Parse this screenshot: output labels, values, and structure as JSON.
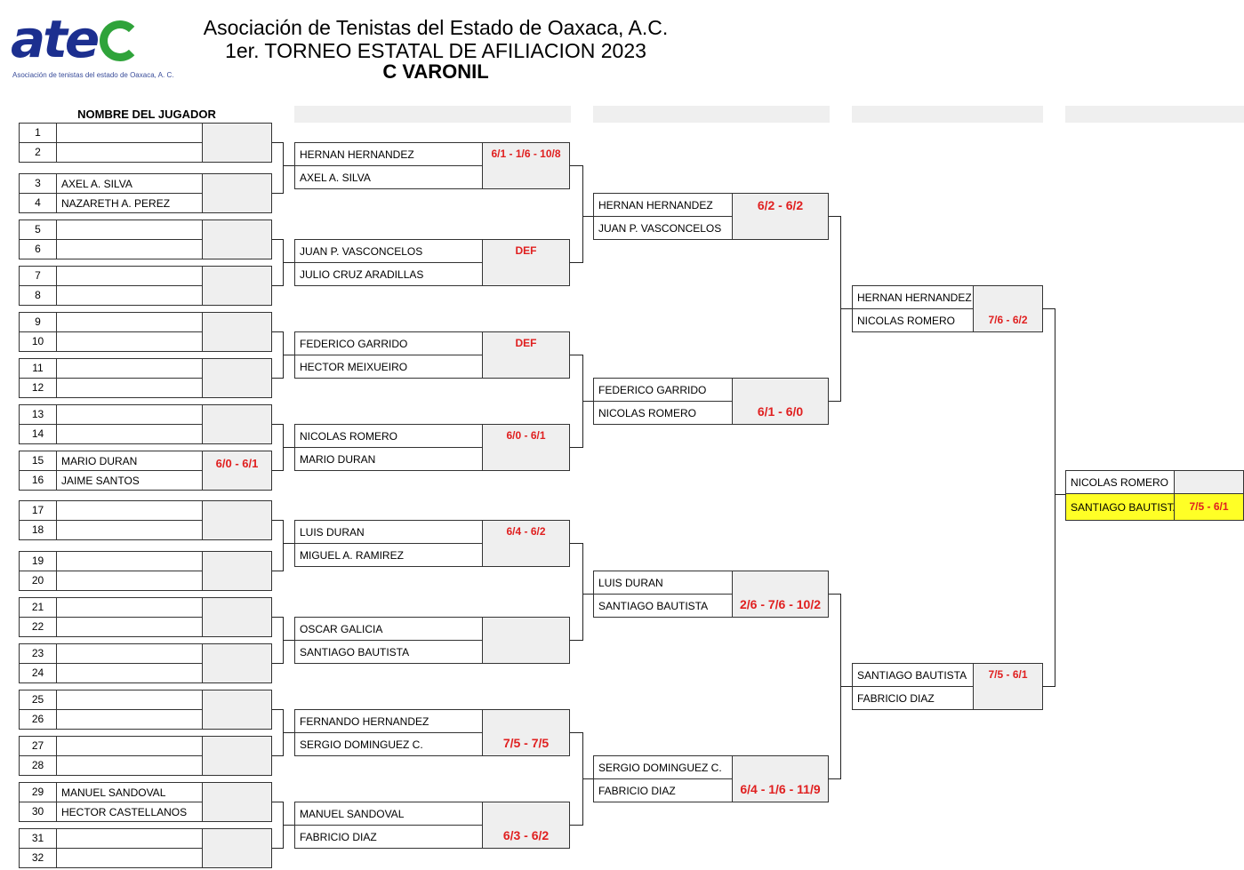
{
  "header": {
    "logo_text": "ate",
    "logo_subtitle": "Asociación de tenistas del estado de Oaxaca, A. C.",
    "line1": "Asociación de Tenistas del Estado de Oaxaca, A.C.",
    "line2": "1er. TORNEO ESTATAL DE AFILIACION 2023",
    "line3": "C  VARONIL"
  },
  "draw": {
    "column_title": "NOMBRE DEL JUGADOR",
    "first_round": [
      {
        "n1": "1",
        "p1": "",
        "n2": "2",
        "p2": "",
        "score": ""
      },
      {
        "n1": "3",
        "p1": "AXEL A. SILVA",
        "n2": "4",
        "p2": "NAZARETH A. PEREZ",
        "score": ""
      },
      {
        "n1": "5",
        "p1": "",
        "n2": "6",
        "p2": "",
        "score": ""
      },
      {
        "n1": "7",
        "p1": "",
        "n2": "8",
        "p2": "",
        "score": ""
      },
      {
        "n1": "9",
        "p1": "",
        "n2": "10",
        "p2": "",
        "score": ""
      },
      {
        "n1": "11",
        "p1": "",
        "n2": "12",
        "p2": "",
        "score": ""
      },
      {
        "n1": "13",
        "p1": "",
        "n2": "14",
        "p2": "",
        "score": ""
      },
      {
        "n1": "15",
        "p1": "MARIO DURAN",
        "n2": "16",
        "p2": "JAIME SANTOS",
        "score": "6/0 - 6/1"
      },
      {
        "n1": "17",
        "p1": "",
        "n2": "18",
        "p2": "",
        "score": ""
      },
      {
        "n1": "19",
        "p1": "",
        "n2": "20",
        "p2": "",
        "score": ""
      },
      {
        "n1": "21",
        "p1": "",
        "n2": "22",
        "p2": "",
        "score": ""
      },
      {
        "n1": "23",
        "p1": "",
        "n2": "24",
        "p2": "",
        "score": ""
      },
      {
        "n1": "25",
        "p1": "",
        "n2": "26",
        "p2": "",
        "score": ""
      },
      {
        "n1": "27",
        "p1": "",
        "n2": "28",
        "p2": "",
        "score": ""
      },
      {
        "n1": "29",
        "p1": "MANUEL SANDOVAL",
        "n2": "30",
        "p2": "HECTOR CASTELLANOS",
        "score": ""
      },
      {
        "n1": "31",
        "p1": "",
        "n2": "32",
        "p2": "",
        "score": ""
      }
    ],
    "round_of_16": [
      {
        "p1": "HERNAN HERNANDEZ",
        "p2": "AXEL A. SILVA",
        "score": "6/1 - 1/6 - 10/8"
      },
      {
        "p1": "JUAN P. VASCONCELOS",
        "p2": "JULIO CRUZ ARADILLAS",
        "score": "DEF"
      },
      {
        "p1": "FEDERICO GARRIDO",
        "p2": "HECTOR MEIXUEIRO",
        "score": "DEF"
      },
      {
        "p1": "NICOLAS ROMERO",
        "p2": "MARIO DURAN",
        "score": "6/0 - 6/1"
      },
      {
        "p1": "LUIS DURAN",
        "p2": "MIGUEL A. RAMIREZ",
        "score": "6/4 - 6/2"
      },
      {
        "p1": "OSCAR GALICIA",
        "p2": "SANTIAGO BAUTISTA",
        "score": ""
      },
      {
        "p1": "FERNANDO HERNANDEZ",
        "p2": "SERGIO DOMINGUEZ C.",
        "score": "7/5 - 7/5"
      },
      {
        "p1": "MANUEL SANDOVAL",
        "p2": "FABRICIO DIAZ",
        "score": "6/3 - 6/2"
      }
    ],
    "quarterfinals": [
      {
        "p1": "HERNAN HERNANDEZ",
        "p2": "JUAN P. VASCONCELOS",
        "score": "6/2 - 6/2"
      },
      {
        "p1": "FEDERICO GARRIDO",
        "p2": "NICOLAS ROMERO",
        "score": "6/1 - 6/0"
      },
      {
        "p1": "LUIS DURAN",
        "p2": "SANTIAGO BAUTISTA",
        "score": "2/6 - 7/6 - 10/2"
      },
      {
        "p1": "SERGIO DOMINGUEZ C.",
        "p2": "FABRICIO DIAZ",
        "score": "6/4 - 1/6 - 11/9"
      }
    ],
    "semifinals": [
      {
        "p1": "HERNAN HERNANDEZ",
        "p2": "NICOLAS ROMERO",
        "score": "7/6 - 6/2"
      },
      {
        "p1": "SANTIAGO BAUTISTA",
        "p2": "FABRICIO DIAZ",
        "score": "7/5 - 6/1"
      }
    ],
    "final": {
      "p1": "NICOLAS ROMERO",
      "p2": "SANTIAGO BAUTISTA",
      "score": "7/5 - 6/1"
    }
  },
  "colors": {
    "score": "#e02020",
    "highlight": "#ffff26",
    "header_band": "#efefef",
    "logo_blue": "#1c2f8f",
    "logo_green": "#2fa33a"
  }
}
